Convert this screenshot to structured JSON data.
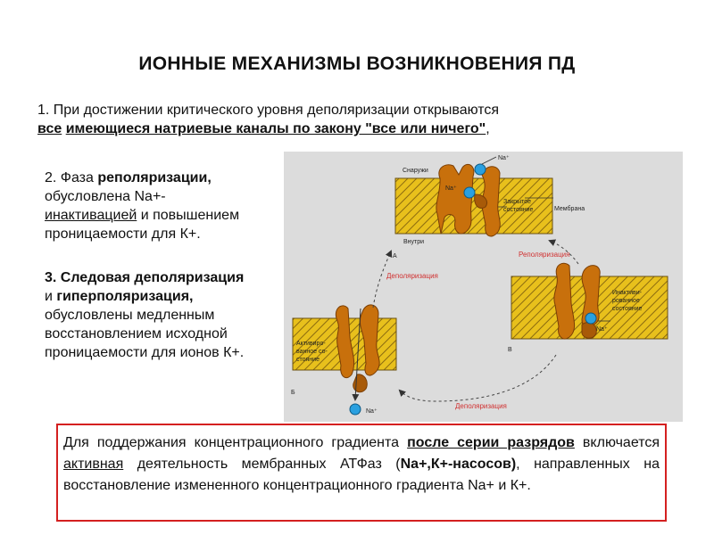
{
  "title": "ИОННЫЕ МЕХАНИЗМЫ ВОЗНИКНОВЕНИЯ ПД",
  "point1": {
    "prefix": "1. При достижении критического уровня деполяризации открываются",
    "w_vse": "все",
    "w_rest": "имеющиеся натриевые каналы по закону \"все или ничего\"",
    "suffix": ","
  },
  "point2": {
    "prefix": "2. Фаза ",
    "bold": "реполяризации,",
    "line2": "обусловлена Na+-",
    "underlined": "инактивацией",
    "line3_rest": " и повышением",
    "line4": "проницаемости для К+."
  },
  "point3": {
    "bold1": "3. Следовая деполяризация",
    "and": "и ",
    "bold2": "гиперполяризация,",
    "l3": "обусловлены медленным",
    "l4": "восстановлением исходной",
    "l5": "проницаемости для ионов К+."
  },
  "diagram": {
    "na_top": "Na⁺",
    "outside": "Снаружи",
    "na_a": "Na⁺",
    "closed_1": "Закрытое",
    "closed_2": "состояние",
    "membrane": "Мембрана",
    "inside": "Внутри",
    "label_a": "А",
    "repolarization": "Реполяризация",
    "depolarization_1": "Деполяризация",
    "inact_1": "Инактиви-",
    "inact_2": "рованное",
    "inact_3": "состояние",
    "na_c": "Na⁺",
    "label_c": "В",
    "act_1": "Активиро-",
    "act_2": "ванное со-",
    "act_3": "стояние",
    "label_b": "Б",
    "na_b": "Na⁺",
    "depolarization_2": "Деполяризация",
    "colors": {
      "membrane": "#e8c01c",
      "hatch": "#8a6a10",
      "channel": "#c8700c",
      "channel_dark": "#7a3e05",
      "ion": "#2aa0e0",
      "arrow_red": "#d03030",
      "frame": "#d42020"
    }
  },
  "note": {
    "t1": "Для поддержания концентрационного градиента ",
    "t2": "после серии разрядов",
    "t3": " включается ",
    "t4": "активная",
    "t5": " деятельность мембранных АТФаз (",
    "t6": "Na+,К+-насосов)",
    "t7": ", направленных на восстановление измененного концентрационного градиента Na+ и К+."
  }
}
